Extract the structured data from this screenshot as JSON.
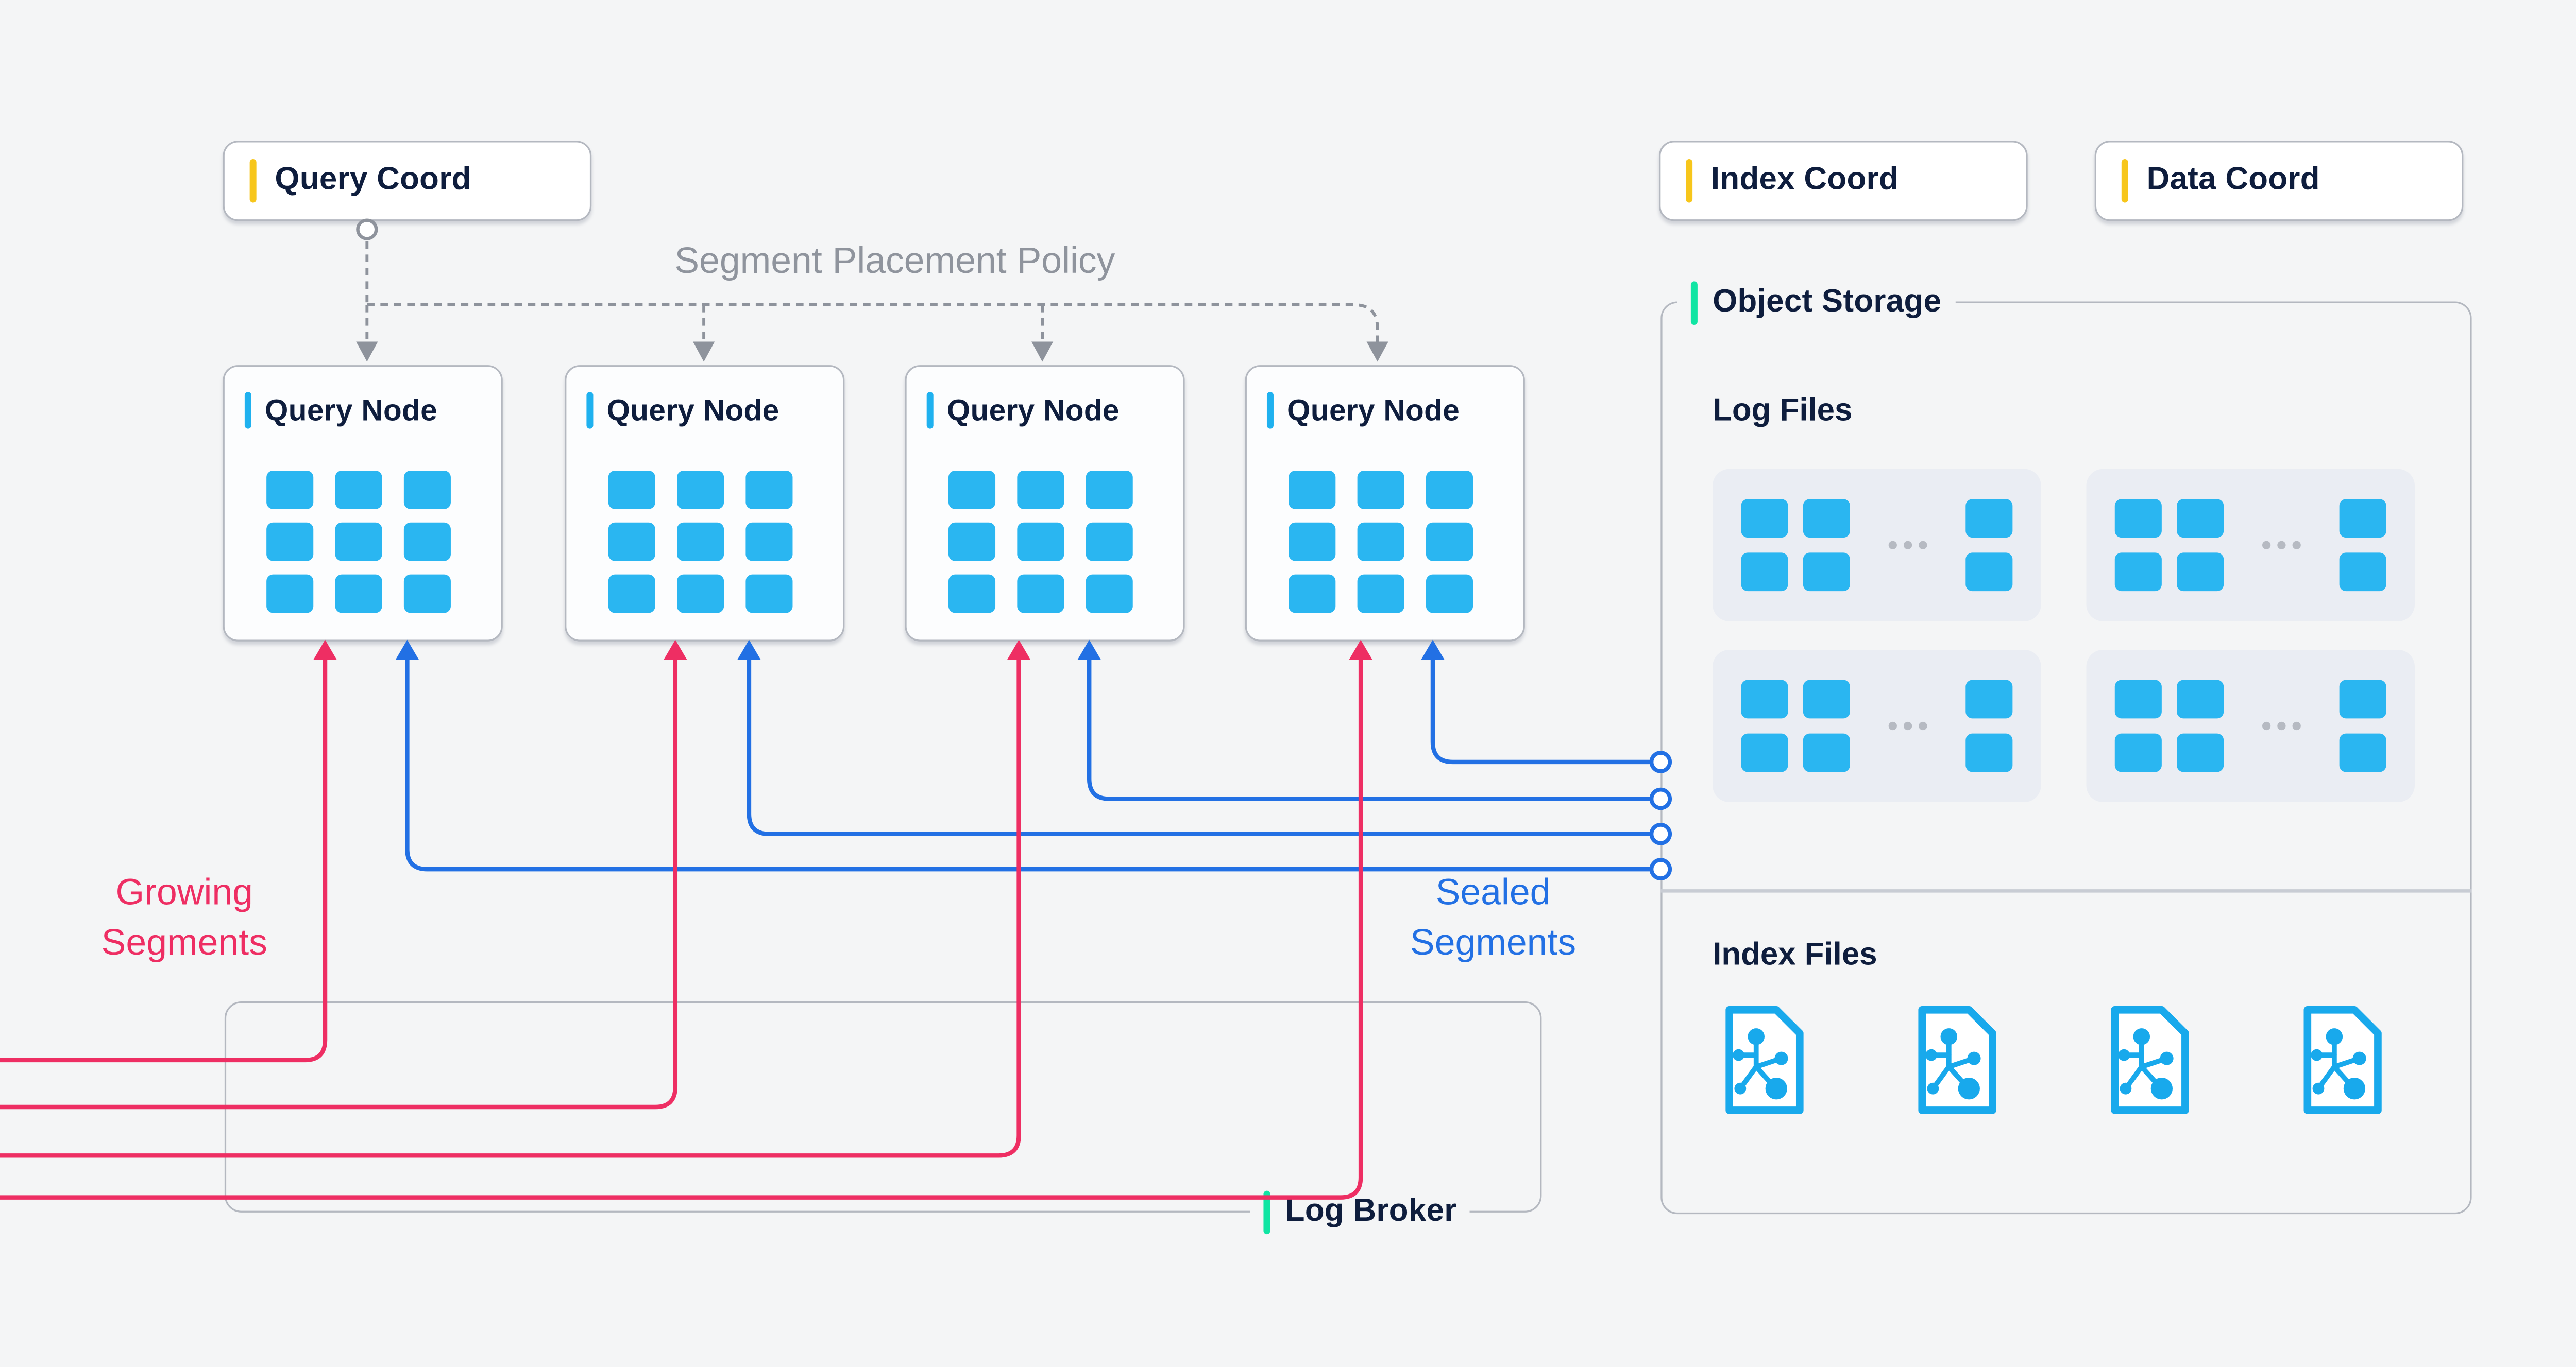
{
  "coordinators": {
    "query_coord": "Query Coord",
    "index_coord": "Index Coord",
    "data_coord": "Data Coord"
  },
  "policy": {
    "label": "Segment Placement Policy"
  },
  "query_nodes": [
    {
      "label": "Query Node"
    },
    {
      "label": "Query Node"
    },
    {
      "label": "Query Node"
    },
    {
      "label": "Query Node"
    }
  ],
  "segments": {
    "growing_line1": "Growing",
    "growing_line2": "Segments",
    "sealed_line1": "Sealed",
    "sealed_line2": "Segments"
  },
  "log_broker": {
    "label": "Log Broker"
  },
  "object_storage": {
    "title": "Object Storage",
    "log_files_title": "Log Files",
    "index_files_title": "Index Files",
    "log_file_group_count": 4,
    "index_file_count": 4
  },
  "icons": {
    "connector_dot": "hollow circle terminal",
    "index_file_icon": "document with node-graph glyph"
  },
  "colors": {
    "background": "#f4f5f6",
    "navy_text": "#0e1d3d",
    "accent_yellow": "#f7c61b",
    "accent_cyan": "#1fb1ef",
    "accent_mint": "#10e5a3",
    "segment_square_cyan": "#2ab6f1",
    "growing_pink": "#ee2e63",
    "sealed_blue": "#2270e4",
    "dashed_gray": "#8e939c",
    "box_border_gray": "#b4b8c0",
    "panel_bg": "#eaedf3",
    "file_icon_cyan": "#18a9ec"
  }
}
